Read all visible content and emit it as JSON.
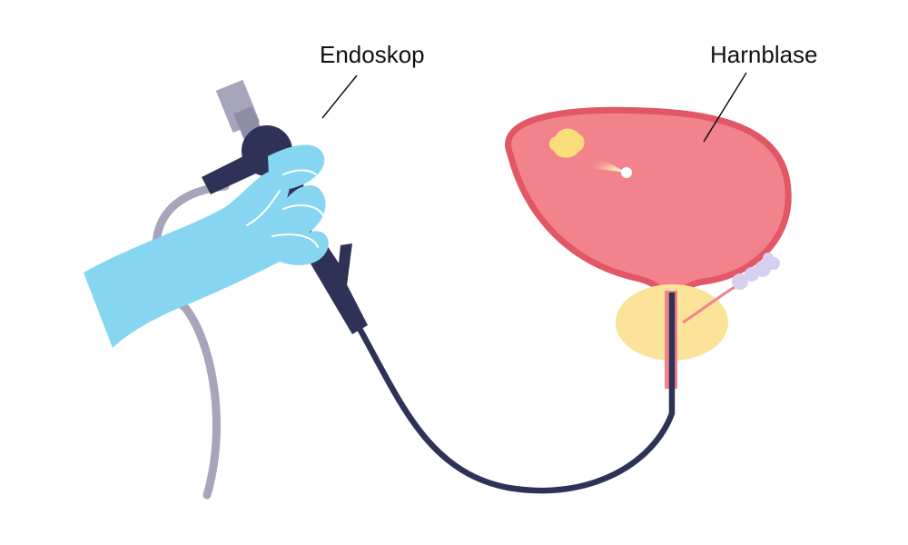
{
  "labels": {
    "endoskop": "Endoskop",
    "harnblase": "Harnblase"
  },
  "colors": {
    "glove": "#86d6f2",
    "endoscope": "#2e3257",
    "cable": "#a7a5bb",
    "bladder_fill": "#f2828b",
    "bladder_outline": "#e25766",
    "prostate": "#fbe39a",
    "tumor": "#f9dd7a",
    "seminal_vesicle": "#d7cff0"
  },
  "icons": {
    "leader": "leader-line",
    "tumor": "tumor-blob",
    "light": "endoscope-light-beam"
  }
}
